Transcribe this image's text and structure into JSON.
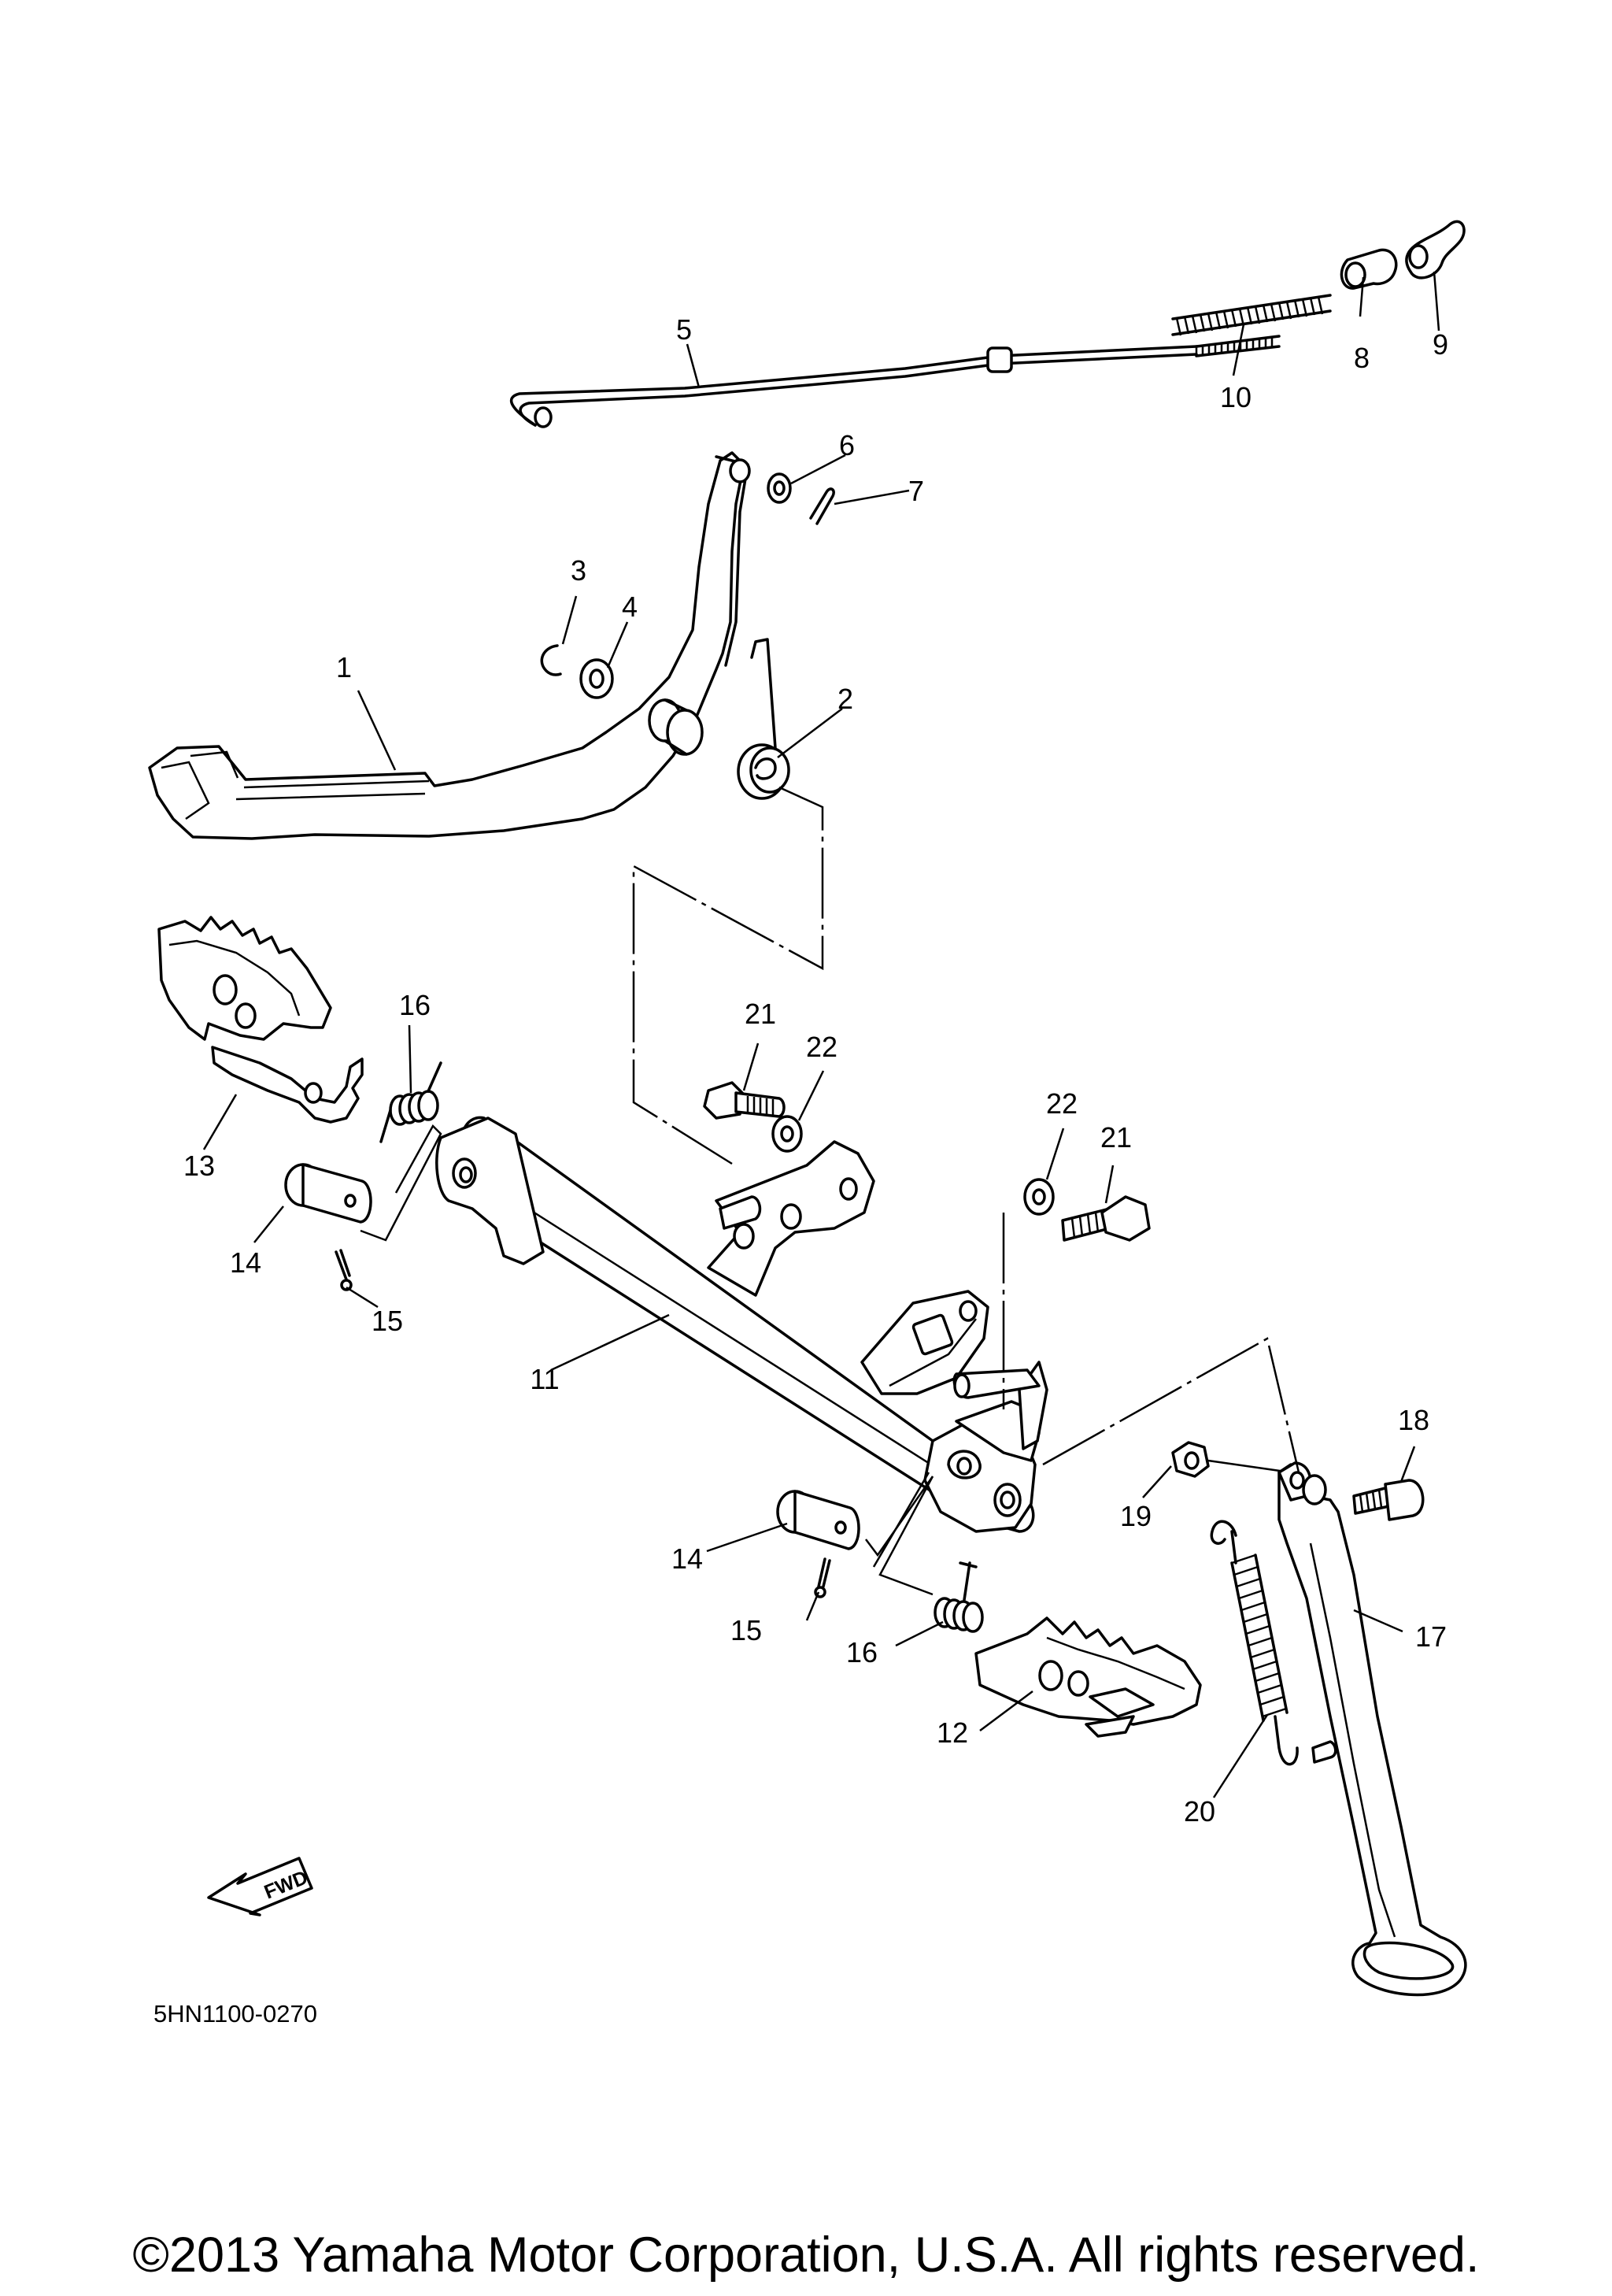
{
  "diagram_code": "5HN1100-0270",
  "copyright": "©2013 Yamaha Motor Corporation, U.S.A. All rights reserved.",
  "fwd_label": "FWD",
  "callouts": [
    {
      "id": "1",
      "text": "1"
    },
    {
      "id": "2",
      "text": "2"
    },
    {
      "id": "3",
      "text": "3"
    },
    {
      "id": "4",
      "text": "4"
    },
    {
      "id": "5",
      "text": "5"
    },
    {
      "id": "6",
      "text": "6"
    },
    {
      "id": "7",
      "text": "7"
    },
    {
      "id": "8",
      "text": "8"
    },
    {
      "id": "9",
      "text": "9"
    },
    {
      "id": "10",
      "text": "10"
    },
    {
      "id": "11",
      "text": "11"
    },
    {
      "id": "12",
      "text": "12"
    },
    {
      "id": "13",
      "text": "13"
    },
    {
      "id": "14a",
      "text": "14"
    },
    {
      "id": "14b",
      "text": "14"
    },
    {
      "id": "15a",
      "text": "15"
    },
    {
      "id": "15b",
      "text": "15"
    },
    {
      "id": "16a",
      "text": "16"
    },
    {
      "id": "16b",
      "text": "16"
    },
    {
      "id": "17",
      "text": "17"
    },
    {
      "id": "18",
      "text": "18"
    },
    {
      "id": "19",
      "text": "19"
    },
    {
      "id": "20",
      "text": "20"
    },
    {
      "id": "21a",
      "text": "21"
    },
    {
      "id": "21b",
      "text": "21"
    },
    {
      "id": "22a",
      "text": "22"
    },
    {
      "id": "22b",
      "text": "22"
    }
  ],
  "colors": {
    "ink": "#000000",
    "paper": "#ffffff"
  }
}
